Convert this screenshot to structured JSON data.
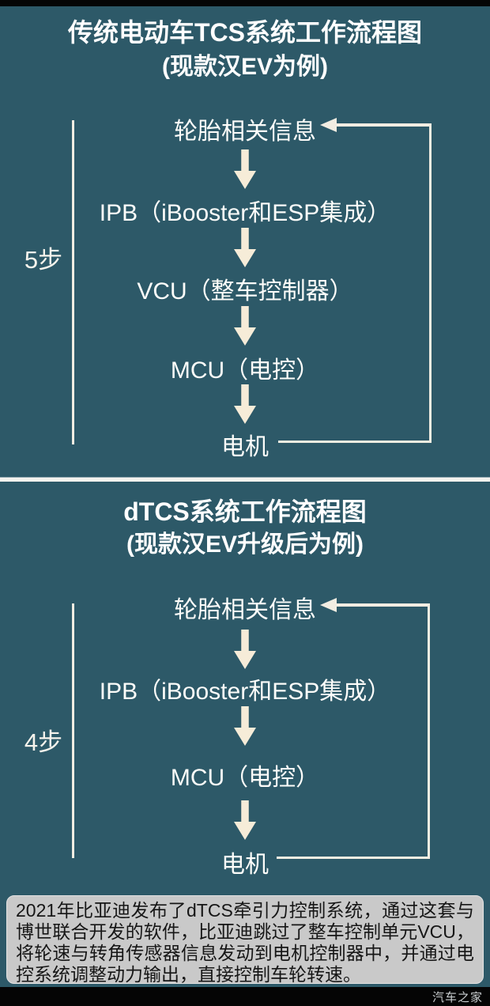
{
  "page": {
    "background_color": "#2d5968",
    "arrow_color": "#f6ecd8",
    "line_color": "#f2ede2",
    "note_background": "#c9c9c9",
    "watermark": "汽车之家"
  },
  "panels": [
    {
      "title_line1": "传统电动车TCS系统工作流程图",
      "title_line2": "(现款汉EV为例)",
      "steps_label": "5步",
      "nodes": [
        "轮胎相关信息",
        "IPB（iBooster和ESP集成）",
        "VCU（整车控制器）",
        "MCU（电控）",
        "电机"
      ],
      "loop": "电机 → 轮胎相关信息"
    },
    {
      "title_line1": "dTCS系统工作流程图",
      "title_line2": "(现款汉EV升级后为例)",
      "steps_label": "4步",
      "nodes": [
        "轮胎相关信息",
        "IPB（iBooster和ESP集成）",
        "MCU（电控）",
        "电机"
      ],
      "loop": "电机 → 轮胎相关信息"
    }
  ],
  "note": {
    "text": "2021年比亚迪发布了dTCS牵引力控制系统，通过这套与博世联合开发的软件，比亚迪跳过了整车控制单元VCU，将轮速与转角传感器信息发动到电机控制器中，并通过电控系统调整动力输出，直接控制车轮转速。"
  }
}
